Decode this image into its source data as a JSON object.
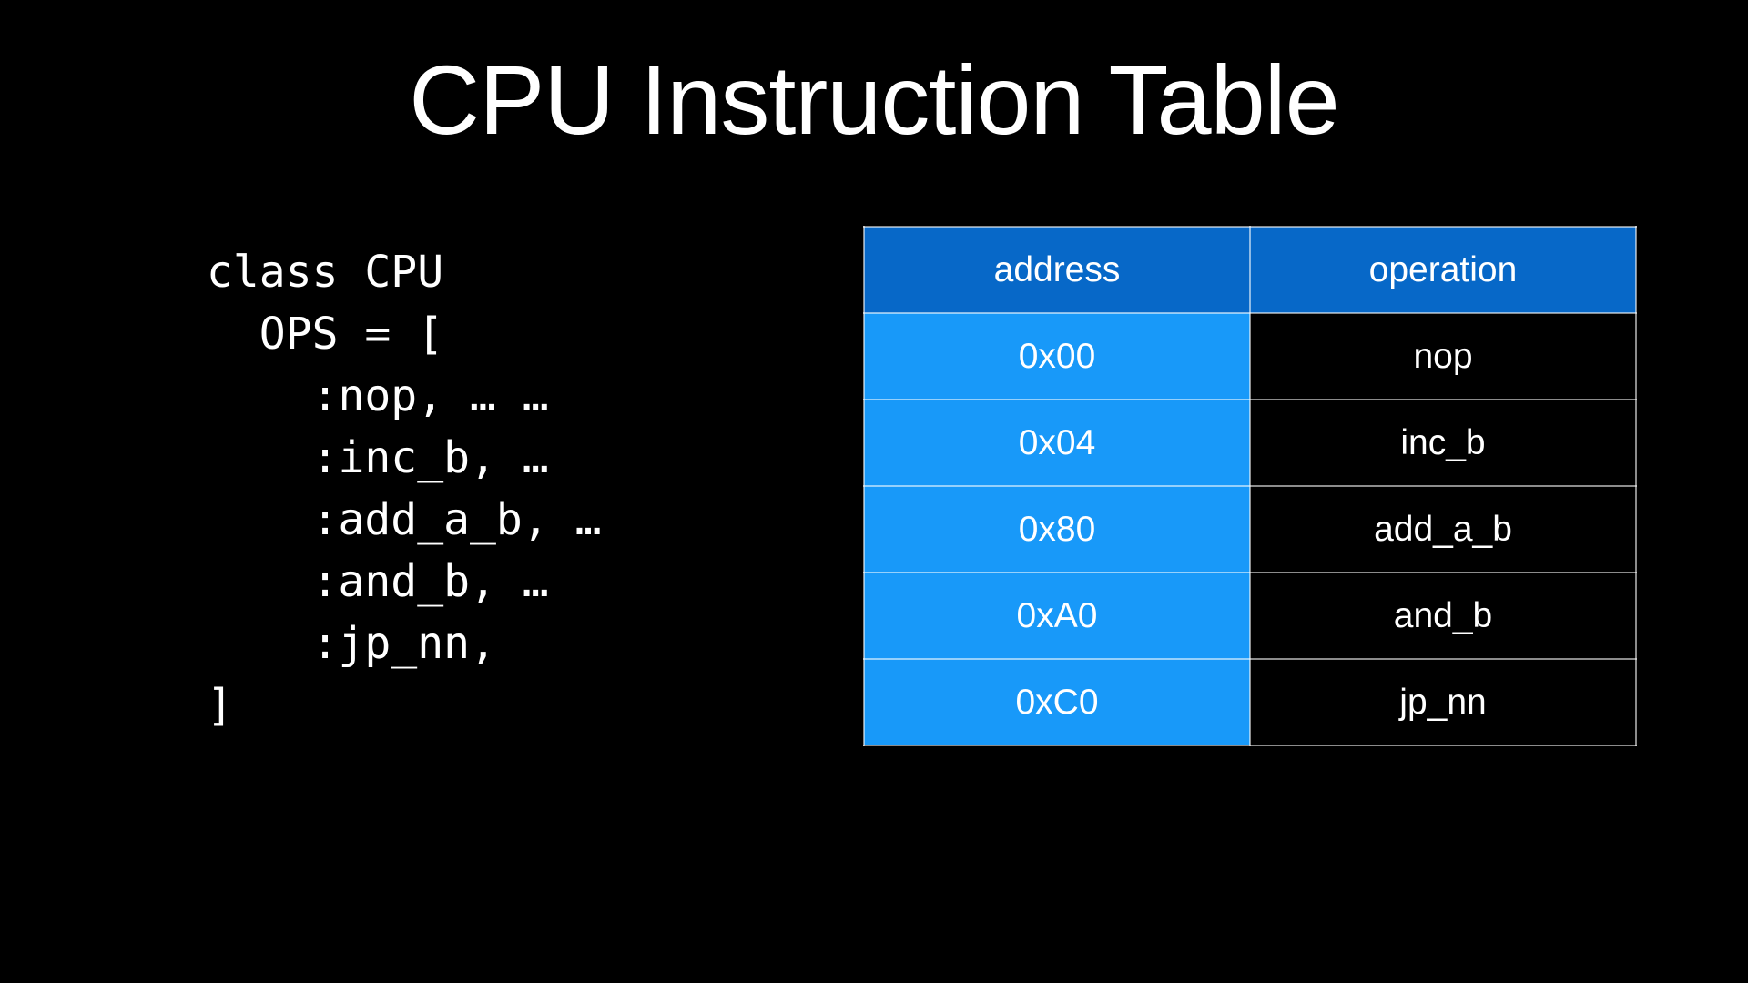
{
  "slide": {
    "title": "CPU Instruction Table",
    "code": {
      "lines": [
        "class CPU",
        "  OPS = [",
        "    :nop, … …",
        "    :inc_b, …",
        "    :add_a_b, …",
        "    :and_b, …",
        "    :jp_nn,",
        "]"
      ]
    },
    "table": {
      "columns": [
        "address",
        "operation"
      ],
      "rows": [
        {
          "address": "0x00",
          "operation": "nop"
        },
        {
          "address": "0x04",
          "operation": "inc_b"
        },
        {
          "address": "0x80",
          "operation": "add_a_b"
        },
        {
          "address": "0xA0",
          "operation": "and_b"
        },
        {
          "address": "0xC0",
          "operation": "jp_nn"
        }
      ]
    },
    "colors": {
      "background": "#000000",
      "text": "#FFFFFF",
      "header_bg": "#0768C8",
      "address_bg": "#1899F9",
      "operation_bg": "#000000",
      "border": "rgba(255,255,255,0.55)"
    }
  }
}
